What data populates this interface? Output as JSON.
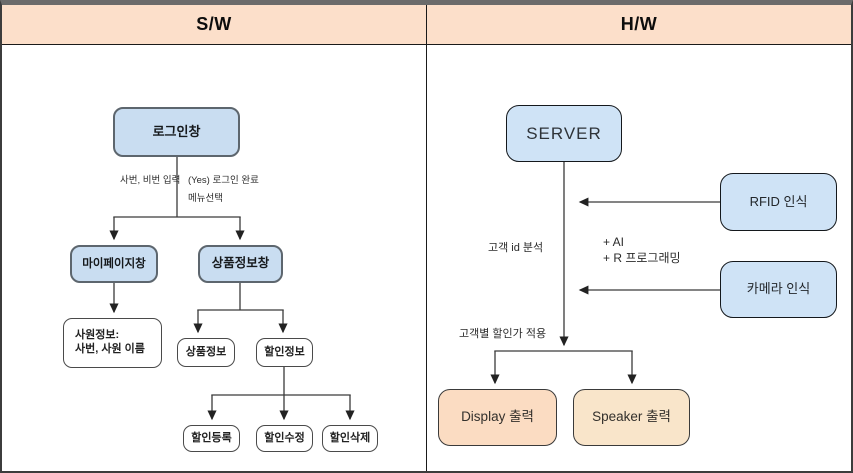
{
  "header": {
    "sw": "S/W",
    "hw": "H/W"
  },
  "colors": {
    "header_bg": "#fcdfca",
    "sw_node_fill": "#c9ddf1",
    "hw_node_fill": "#cfe3f6",
    "display_fill": "#fbdcc2",
    "speaker_fill": "#f9e5ca",
    "connector_line": "#3a3a3a"
  },
  "sw": {
    "login": "로그인창",
    "edge_login_left": "사번, 비번 입력",
    "edge_login_right1": "(Yes) 로그인 완료",
    "edge_login_right2": "메뉴선택",
    "mypage": "마이페이지창",
    "product_window": "상품정보창",
    "employee_info": "사원정보:\n사번, 사원 이름",
    "product_info": "상품정보",
    "discount_info": "할인정보",
    "discount_register": "할인등록",
    "discount_edit": "할인수정",
    "discount_delete": "할인삭제"
  },
  "hw": {
    "server": "SERVER",
    "rfid": "RFID 인식",
    "camera": "카메라 인식",
    "edge_customer_id": "고객 id 분석",
    "edge_tools": "+ AI\n+ R 프로그래밍",
    "edge_discount_apply": "고객별 할인가 적용",
    "display_out": "Display 출력",
    "speaker_out": "Speaker 출력"
  }
}
